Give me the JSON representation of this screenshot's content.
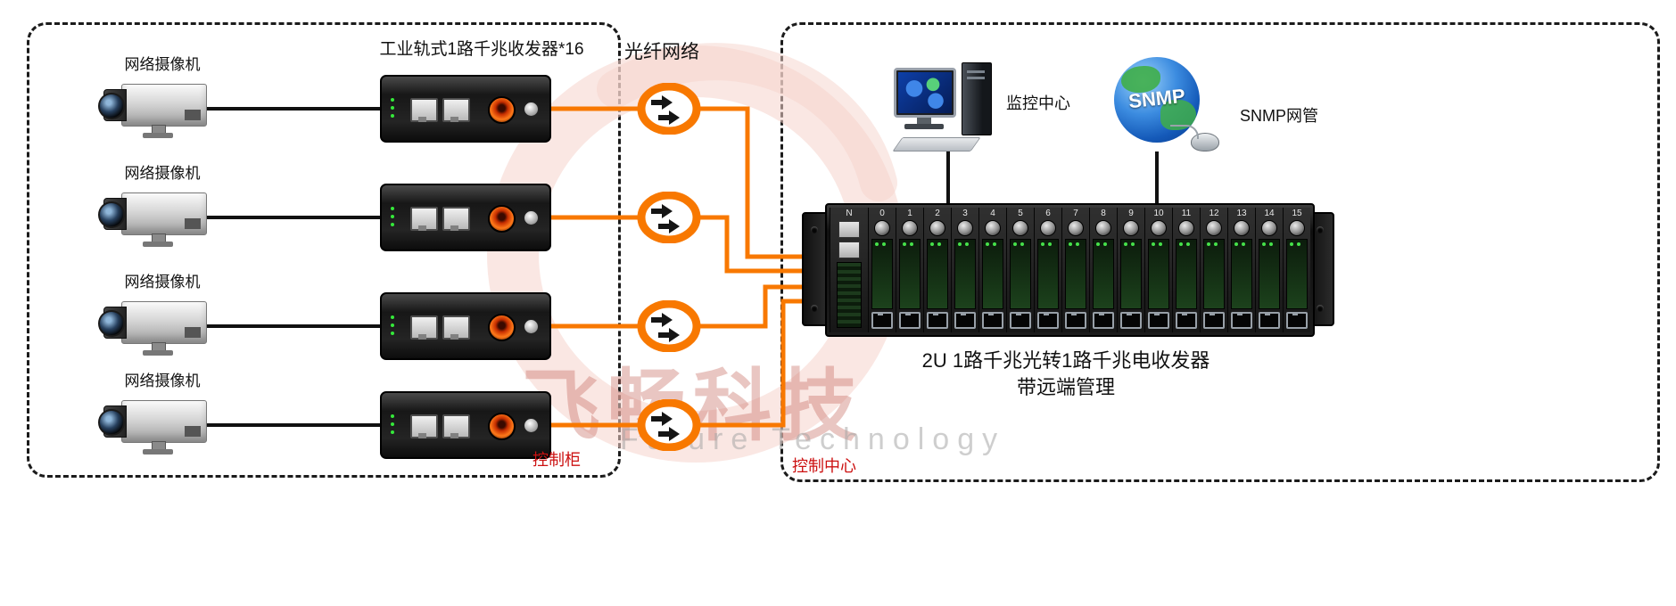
{
  "left_panel": {
    "title": "工业轨式1路千兆收发器*16",
    "corner_label": "控制柜",
    "cameras": [
      {
        "label": "网络摄像机"
      },
      {
        "label": "网络摄像机"
      },
      {
        "label": "网络摄像机"
      },
      {
        "label": "网络摄像机"
      }
    ]
  },
  "network": {
    "label": "光纤网络"
  },
  "right_panel": {
    "corner_label": "控制中心",
    "monitor_label": "监控中心",
    "snmp_label": "SNMP网管",
    "snmp_globe_text": "SNMP",
    "rack": {
      "slot_labels": [
        "N",
        "0",
        "1",
        "2",
        "3",
        "4",
        "5",
        "6",
        "7",
        "8",
        "9",
        "10",
        "11",
        "12",
        "13",
        "14",
        "15"
      ],
      "caption_line1": "2U 1路千兆光转1路千兆电收发器",
      "caption_line2": "带远端管理"
    }
  },
  "watermark": {
    "text": "飞畅科技",
    "subtext": "Future Technology"
  },
  "colors": {
    "line_orange": "#f87800",
    "wire_black": "#111111",
    "label_red": "#cc1111",
    "watermark_pink": "#f5d3cc"
  }
}
